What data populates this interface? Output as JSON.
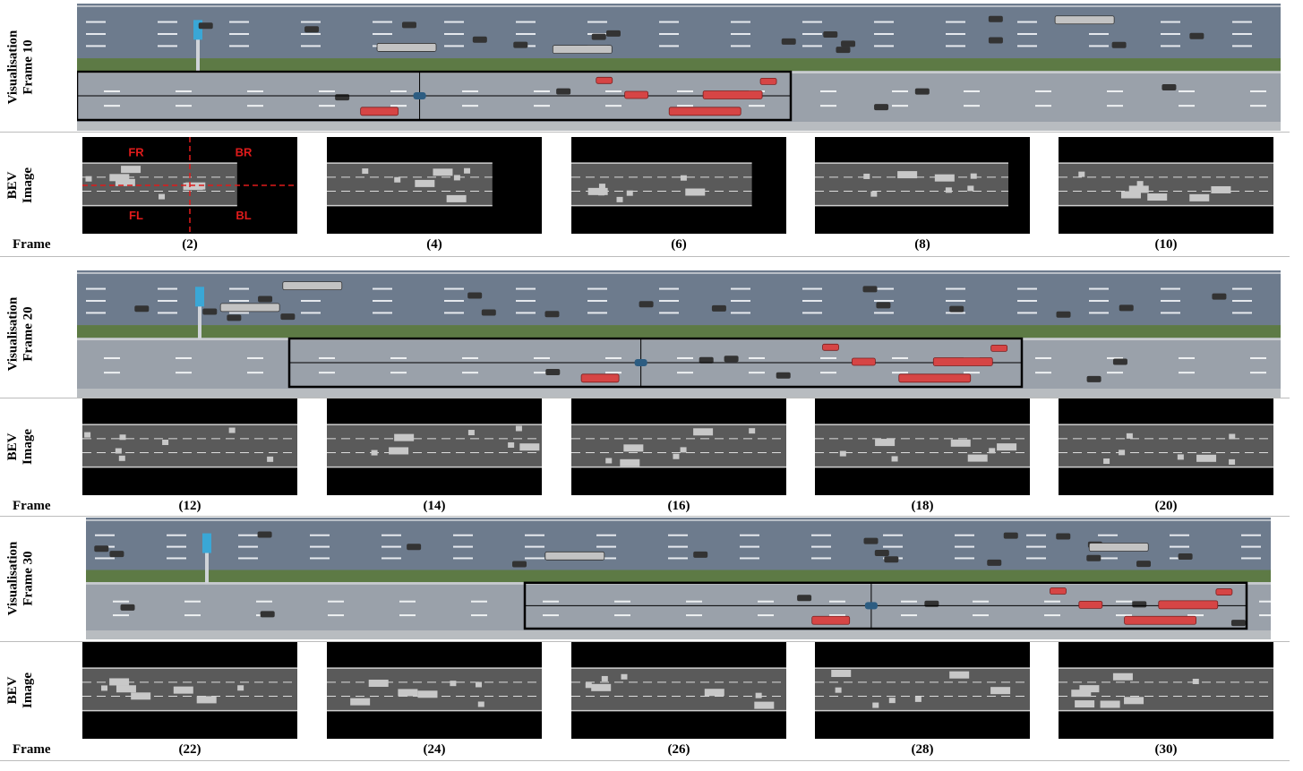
{
  "blocks": [
    {
      "vis_label": [
        "Visualisation",
        "Frame 10"
      ],
      "bev_label": [
        "BEV",
        "Image"
      ],
      "frame_label": "Frame",
      "frames": [
        "(2)",
        "(4)",
        "(6)",
        "(8)",
        "(10)"
      ],
      "bev_offsets": [
        0,
        0,
        0,
        0,
        0
      ],
      "first_bev_extents": [
        0.72,
        0.77,
        0.84,
        0.9,
        1.0
      ]
    },
    {
      "vis_label": [
        "Visualisation",
        "Frame 20"
      ],
      "bev_label": [
        "BEV",
        "Image"
      ],
      "frame_label": "Frame",
      "frames": [
        "(12)",
        "(14)",
        "(16)",
        "(18)",
        "(20)"
      ]
    },
    {
      "vis_label": [
        "Visualisation",
        "Frame 30"
      ],
      "bev_label": [
        "BEV",
        "Image"
      ],
      "frame_label": "Frame",
      "frames": [
        "(22)",
        "(24)",
        "(26)",
        "(28)",
        "(30)"
      ]
    }
  ],
  "quadrant_labels": {
    "fr": "FR",
    "br": "BR",
    "fl": "FL",
    "bl": "BL"
  },
  "colors": {
    "road": "#6d7b8d",
    "road_lower": "#9aa1aa",
    "grass": "#5d7a45",
    "ego_red": "#d64545",
    "box": "#000000",
    "bev_bg": "#000000",
    "bev_road": "#5a5a5a",
    "bev_vehicle": "#c8c8c8",
    "quadrant": "#e01b1b"
  }
}
